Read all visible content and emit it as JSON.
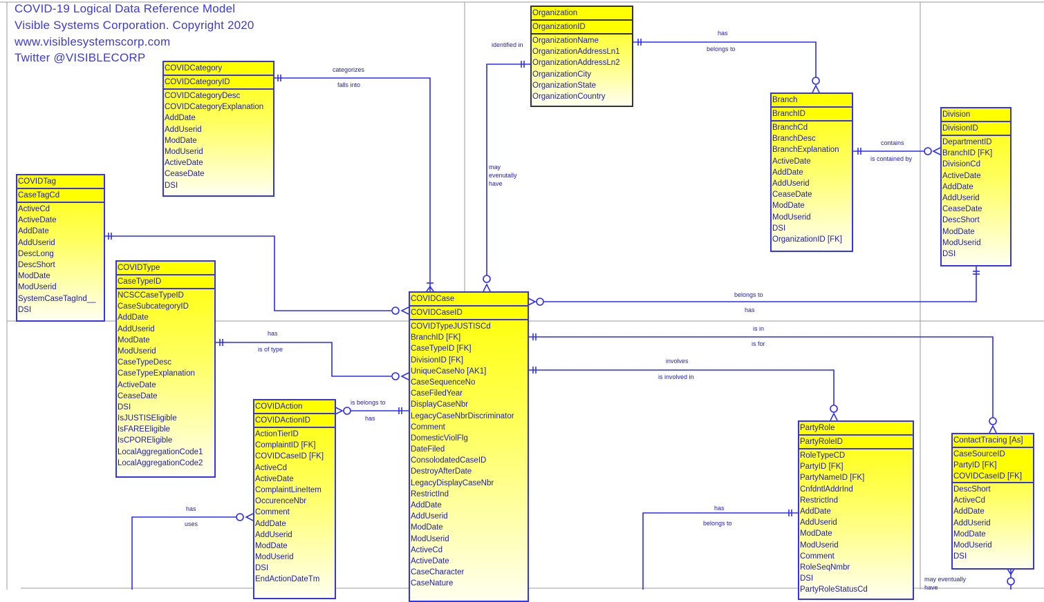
{
  "header": {
    "title": "COVID-19 Logical Data Reference Model",
    "copyright": "Visible Systems Corporation. Copyright 2020",
    "website": "www.visiblesystemscorp.com",
    "twitter": "Twitter @VISIBLECORP"
  },
  "colors": {
    "line": "#2a2aff",
    "entity_header": "#ffff00",
    "text": "#1a1ab0"
  },
  "entities": {
    "covidcategory": {
      "name": "COVIDCategory",
      "keys": [
        "COVIDCategoryID"
      ],
      "attributes": [
        "COVIDCategoryDesc",
        "COVIDCategoryExplanation",
        "AddDate",
        "AddUserid",
        "ModDate",
        "ModUserid",
        "ActiveDate",
        "CeaseDate",
        "DSI"
      ]
    },
    "covidtag": {
      "name": "COVIDTag",
      "keys": [
        "CaseTagCd"
      ],
      "attributes": [
        "ActiveCd",
        "ActiveDate",
        "AddDate",
        "AddUserid",
        "DescLong",
        "DescShort",
        "ModDate",
        "ModUserid",
        "SystemCaseTagInd__",
        "DSI"
      ]
    },
    "covidtype": {
      "name": "COVIDType",
      "keys": [
        "CaseTypeID"
      ],
      "attributes": [
        "NCSCCaseTypeID",
        "CaseSubcategoryID",
        "AddDate",
        "AddUserid",
        "ModDate",
        "ModUserid",
        "CaseTypeDesc",
        "CaseTypeExplanation",
        "ActiveDate",
        "CeaseDate",
        "DSI",
        "IsJUSTISEligible",
        "IsFAREEligible",
        "IsCPOREligible",
        "LocalAggregationCode1",
        "LocalAggregationCode2"
      ]
    },
    "covidaction": {
      "name": "COVIDAction",
      "keys": [
        "COVIDActionID"
      ],
      "attributes": [
        "ActionTierID",
        "ComplaintID [FK]",
        "COVIDCaseID [FK]",
        "ActiveCd",
        "ActiveDate",
        "ComplaintLineItem",
        "OccurenceNbr",
        "Comment",
        "AddDate",
        "AddUserid",
        "ModDate",
        "ModUserid",
        "DSI",
        "EndActionDateTm"
      ]
    },
    "covidcase": {
      "name": "COVIDCase",
      "keys": [
        "COVIDCaseID"
      ],
      "attributes": [
        "COVIDTypeJUSTISCd",
        "BranchID [FK]",
        "CaseTypeID [FK]",
        "DivisionID [FK]",
        "UniqueCaseNo [AK1]",
        "CaseSequenceNo",
        "CaseFiledYear",
        "DisplayCaseNbr",
        "LegacyCaseNbrDiscriminator",
        "Comment",
        "DomesticViolFlg",
        "DateFiled",
        "ConsolodatedCaseID",
        "DestroyAfterDate",
        "LegacyDisplayCaseNbr",
        "RestrictInd",
        "AddDate",
        "AddUserid",
        "ModDate",
        "ModUserid",
        "ActiveCd",
        "ActiveDate",
        "CaseCharacter",
        "CaseNature"
      ]
    },
    "organization": {
      "name": "Organization",
      "keys": [
        "OrganizationID"
      ],
      "attributes": [
        "OrganizationName",
        "OrganizationAddressLn1",
        "OrganizationAddressLn2",
        "OrganizationCity",
        "OrganizationState",
        "OrganizationCountry"
      ]
    },
    "branch": {
      "name": "Branch",
      "keys": [
        "BranchID"
      ],
      "attributes": [
        "BranchCd",
        "BranchDesc",
        "BranchExplanation",
        "ActiveDate",
        "AddDate",
        "AddUserid",
        "CeaseDate",
        "ModDate",
        "ModUserid",
        "DSI",
        "OrganizationID [FK]"
      ]
    },
    "division": {
      "name": "Division",
      "keys": [
        "DivisionID"
      ],
      "attributes": [
        "DepartmentID",
        "BranchID [FK]",
        "DivisionCd",
        "ActiveDate",
        "AddDate",
        "AddUserid",
        "CeaseDate",
        "DescShort",
        "ModDate",
        "ModUserid",
        "DSI"
      ]
    },
    "partyrole": {
      "name": "PartyRole",
      "keys": [
        "PartyRoleID"
      ],
      "attributes": [
        "RoleTypeCD",
        "PartyID [FK]",
        "PartyNameID [FK]",
        "CnfdntlAddrInd",
        "RestrictInd",
        "AddDate",
        "AddUserid",
        "ModDate",
        "ModUserid",
        "Comment",
        "RoleSeqNmbr",
        "DSI",
        "PartyRoleStatusCd"
      ]
    },
    "contacttracing": {
      "name": "ContactTracing [As]",
      "keys": [
        "CaseSourceID",
        "PartyID [FK]",
        "COVIDCaseID [FK]"
      ],
      "attributes": [
        "DescShort",
        "ActiveCd",
        "AddDate",
        "AddUserid",
        "ModDate",
        "ModUserid",
        "DSI"
      ]
    }
  },
  "relationships": {
    "category_case": {
      "verb": "categorizes",
      "inverse": "falls into"
    },
    "org_case": {
      "verb": "identified in",
      "inverse": "may evenutally have"
    },
    "org_branch": {
      "verb": "has",
      "inverse": "belongs to"
    },
    "branch_division": {
      "verb": "contains",
      "inverse": "is contained by"
    },
    "division_case": {
      "verb": "belongs to",
      "inverse": "has"
    },
    "type_case": {
      "verb": "has",
      "inverse": "is of type"
    },
    "action_case": {
      "verb": "is belongs to",
      "inverse": "has"
    },
    "case_contact": {
      "verb": "is in",
      "inverse": "is for"
    },
    "case_party": {
      "verb": "involves",
      "inverse": "is involved in"
    },
    "action_uses": {
      "verb": "has",
      "inverse": "uses"
    },
    "party_has": {
      "verb": "has",
      "inverse": "belongs to"
    },
    "contact_bottom": {
      "verb": "may eventually have"
    }
  }
}
